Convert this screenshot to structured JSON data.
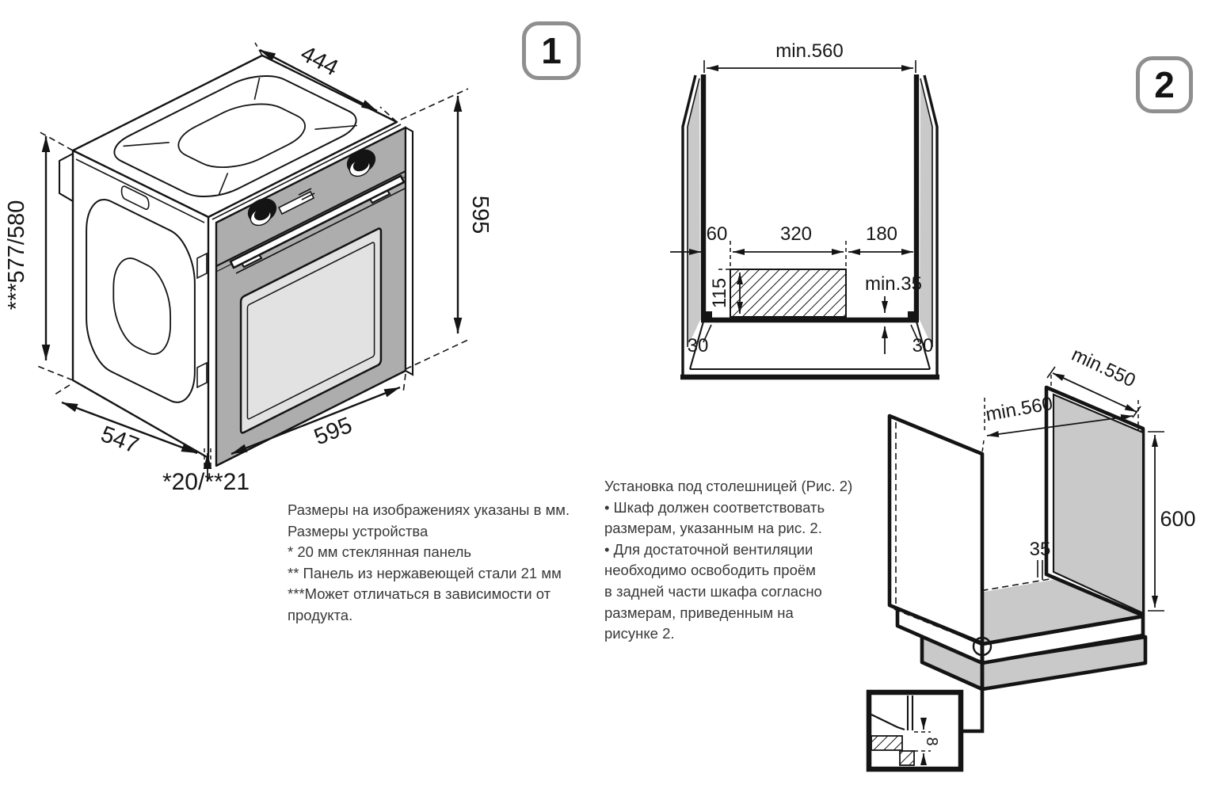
{
  "figure1": {
    "badge": "1",
    "dims": {
      "top_depth": "444",
      "height_right": "595",
      "height_left": "***577/580",
      "bottom_depth": "547",
      "bottom_width": "595",
      "front_panel": "*20/**21"
    }
  },
  "figure2": {
    "badge": "2",
    "front_view": {
      "inner_width": "min.560",
      "left_offset": "60",
      "vent_width": "320",
      "right_offset": "180",
      "vent_height": "115",
      "shelf_clearance": "min.35",
      "left_inset": "30",
      "right_inset": "30"
    },
    "iso_view": {
      "depth": "min.550",
      "inner_width": "min.560",
      "height": "600",
      "front_gap": "35",
      "detail_gap": "8"
    }
  },
  "notes_dimensions": {
    "lines": [
      "Размеры на изображениях указаны в мм.",
      "Размеры устройства",
      "* 20 мм стеклянная панель",
      "** Панель из нержавеющей стали 21 мм",
      "***Может отличаться в зависимости от",
      "продукта."
    ]
  },
  "notes_installation": {
    "lines": [
      "Установка под столешницей (Рис. 2)",
      "• Шкаф должен соответствовать",
      "размерам, указанным на рис. 2.",
      "• Для достаточной вентиляции",
      "необходимо освободить проём",
      "в задней части шкафа согласно",
      "размерам, приведенным на",
      "рисунке 2."
    ]
  }
}
